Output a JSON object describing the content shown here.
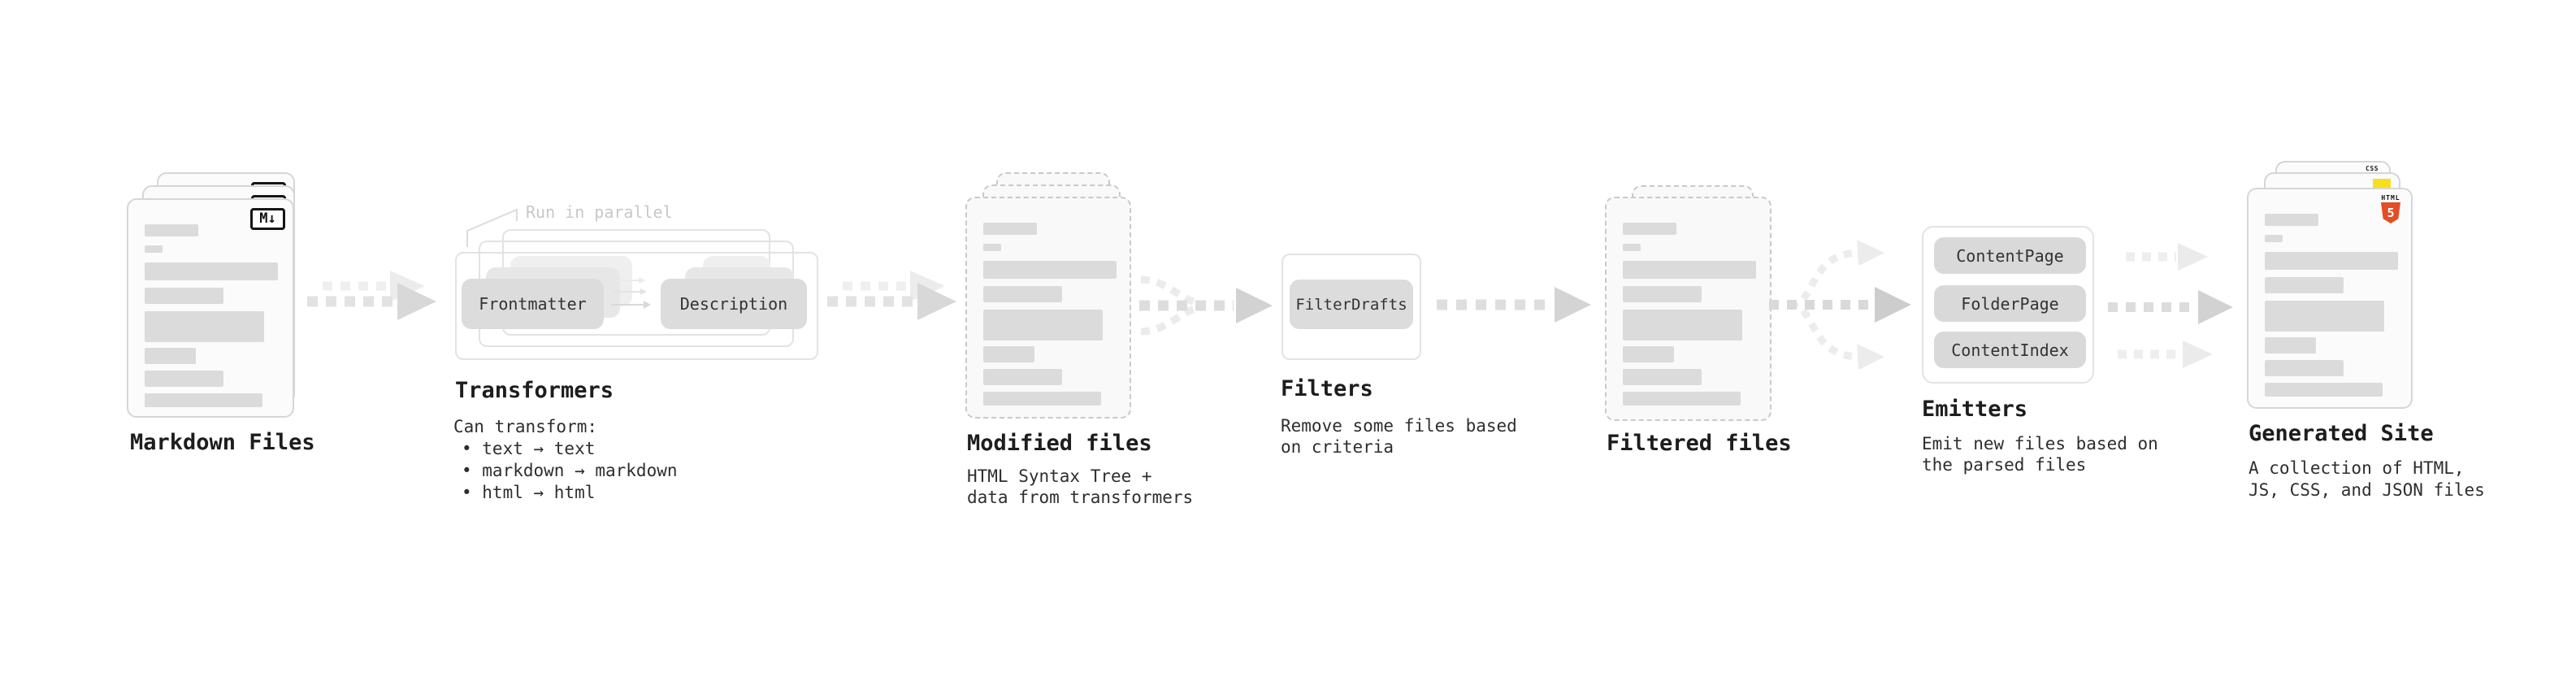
{
  "background": "#ffffff",
  "colors": {
    "label_text": "#1d1d1d",
    "subtitle_text": "#2e2e2e",
    "placeholder_bar": "#dbdbdb",
    "pill_fill": "#dcdcdc",
    "card_border": "#d6d6d6",
    "dashed_border": "#c9c9c9",
    "note_gray": "#c8c8c8",
    "html5_orange": "#e44d26",
    "js_yellow": "#f7df1e",
    "css_blue": "#2563eb"
  },
  "stages": {
    "markdown": {
      "label": "Markdown Files",
      "badge": "M↓"
    },
    "transformers": {
      "label": "Transformers",
      "note": "Run in parallel",
      "pills": [
        "Frontmatter",
        "Description"
      ],
      "sub": [
        "Can transform:",
        "• text → text",
        "• markdown → markdown",
        "• html → html"
      ]
    },
    "modified": {
      "label": "Modified files",
      "sub": [
        "HTML Syntax Tree +",
        "data from transformers"
      ]
    },
    "filters": {
      "label": "Filters",
      "pill": "FilterDrafts",
      "sub": [
        "Remove some files based",
        "on criteria"
      ]
    },
    "filtered": {
      "label": "Filtered files"
    },
    "emitters": {
      "label": "Emitters",
      "pills": [
        "ContentPage",
        "FolderPage",
        "ContentIndex"
      ],
      "sub": [
        "Emit new files based on",
        "the parsed files"
      ]
    },
    "generated": {
      "label": "Generated Site",
      "sub": [
        "A collection of HTML,",
        "JS, CSS, and JSON files"
      ],
      "badges": {
        "css": "CSS",
        "html": "HTML",
        "five": "5"
      }
    }
  }
}
